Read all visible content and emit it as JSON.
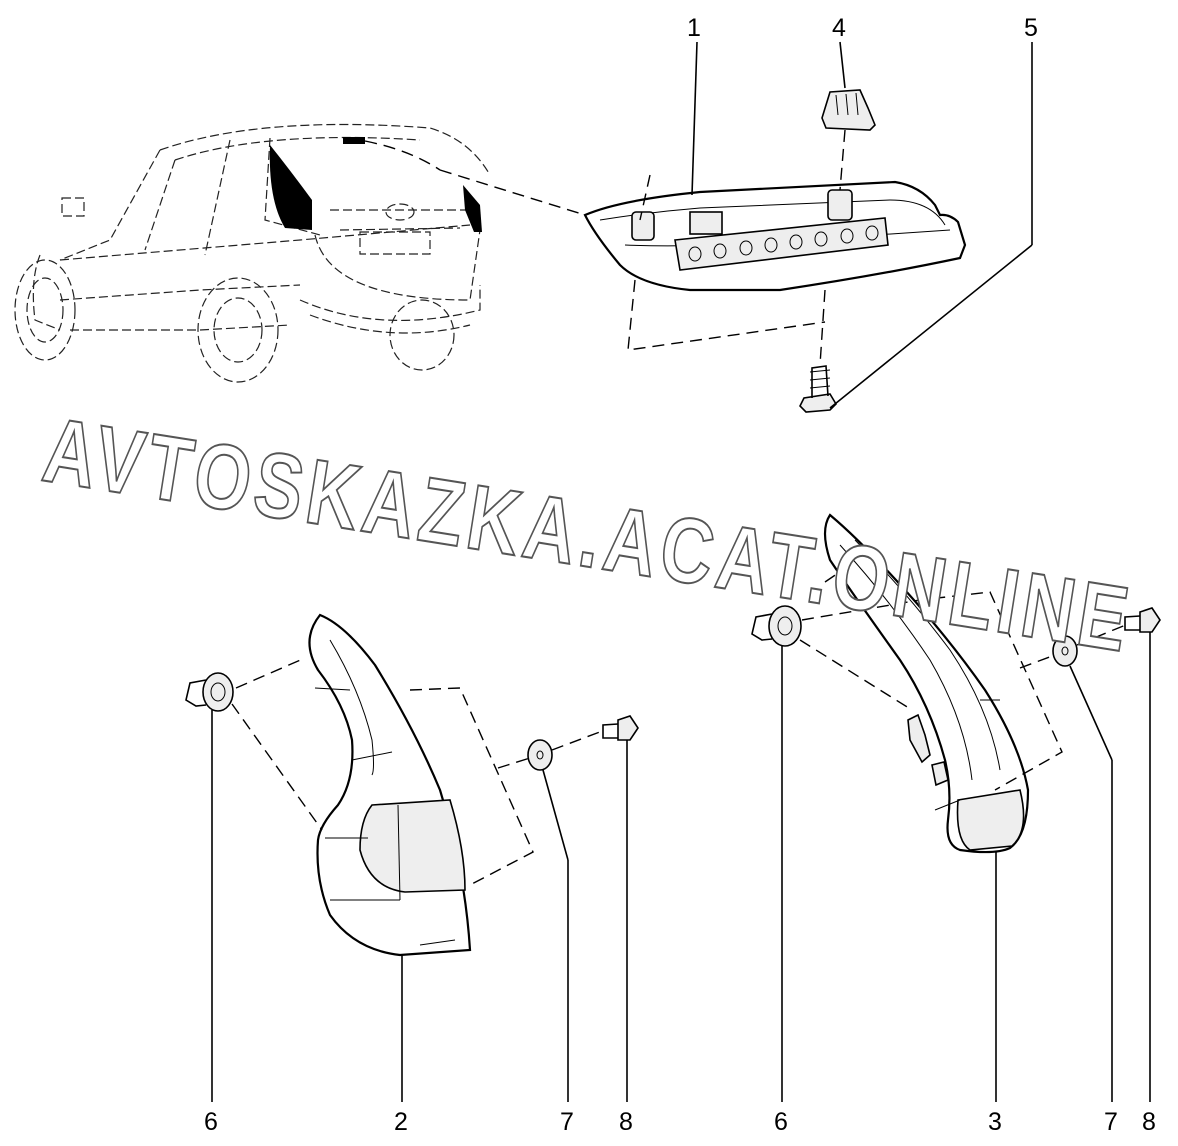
{
  "watermark": "AVTOSKAZKA.ACAT.ONLINE",
  "callouts": {
    "lamp_high_stop": "1",
    "lamp_rear_left": "2",
    "lamp_rear_right": "3",
    "connector": "4",
    "screw_high_stop": "5",
    "bushing_left": "6",
    "washer_left": "7",
    "screw_left": "8",
    "bushing_right": "6",
    "washer_right": "7",
    "screw_right": "8"
  }
}
